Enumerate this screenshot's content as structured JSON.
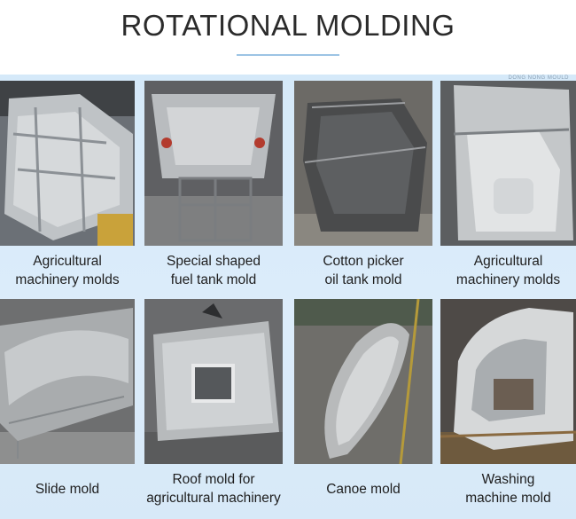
{
  "page": {
    "title": "ROTATIONAL MOLDING",
    "watermark": "DONG NONG MOULD"
  },
  "items": [
    {
      "id": "agri-1",
      "caption": [
        "Agricultural",
        "machinery molds"
      ],
      "image": "agricultural-machinery-mold-photo"
    },
    {
      "id": "fuel",
      "caption": [
        "Special shaped",
        "fuel tank mold"
      ],
      "image": "fuel-tank-mold-photo"
    },
    {
      "id": "cotton",
      "caption": [
        "Cotton picker",
        "oil tank mold"
      ],
      "image": "oil-tank-mold-photo"
    },
    {
      "id": "agri-2",
      "caption": [
        "Agricultural",
        "machinery molds"
      ],
      "image": "agricultural-machinery-mold-photo"
    },
    {
      "id": "slide",
      "caption": [
        "Slide mold"
      ],
      "image": "slide-mold-photo"
    },
    {
      "id": "roof",
      "caption": [
        "Roof mold for",
        "agricultural machinery"
      ],
      "image": "roof-mold-photo"
    },
    {
      "id": "canoe",
      "caption": [
        "Canoe mold"
      ],
      "image": "canoe-mold-photo"
    },
    {
      "id": "washing",
      "caption": [
        "Washing",
        "machine mold"
      ],
      "image": "washing-machine-mold-photo"
    }
  ],
  "colors": {
    "panel": "#d7e9f8",
    "title": "#2b2b2b",
    "accent_line": "#9cc4e4"
  }
}
